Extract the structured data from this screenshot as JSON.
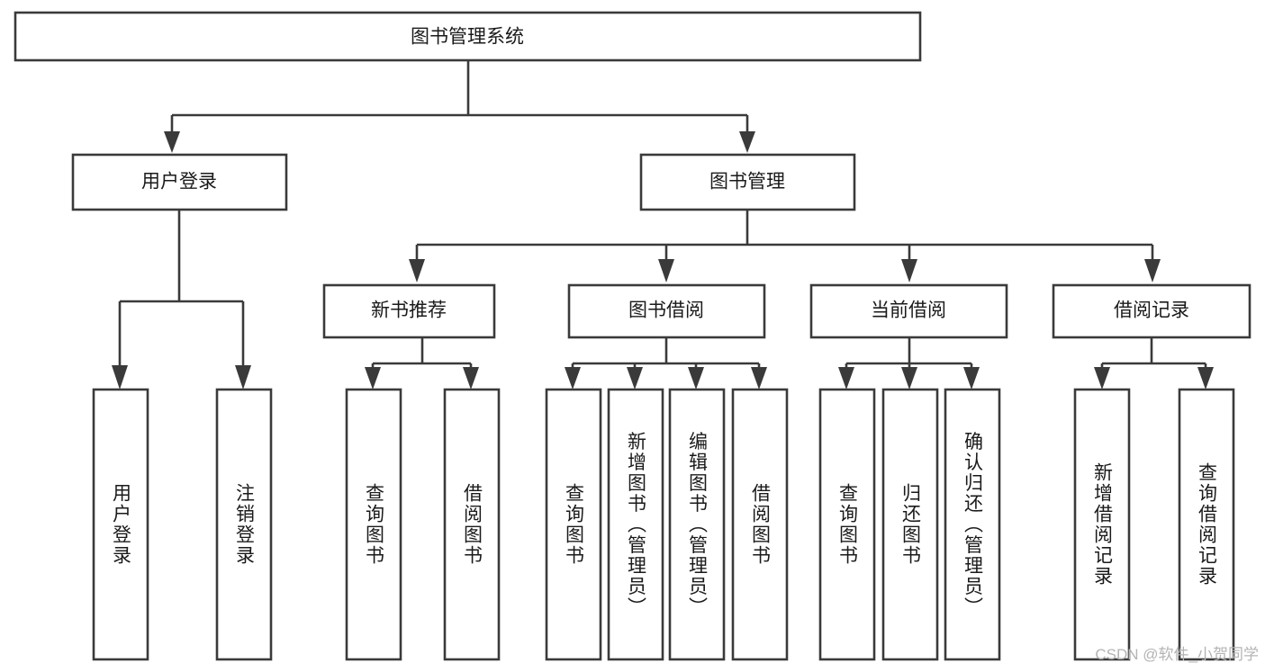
{
  "diagram": {
    "type": "tree",
    "title": "图书管理系统",
    "orientation": "top-down",
    "watermark": "CSDN @软件_小贺同学",
    "style": {
      "box_fill": "#ffffff",
      "box_stroke": "#3a3a3a",
      "text_color": "#1a1a1a",
      "watermark_color": "#b4b4b4",
      "background": "#ffffff"
    },
    "levels": {
      "root": {
        "label": "图书管理系统"
      },
      "level2": [
        {
          "label": "用户登录"
        },
        {
          "label": "图书管理"
        }
      ],
      "level3": [
        {
          "label": "新书推荐"
        },
        {
          "label": "图书借阅"
        },
        {
          "label": "当前借阅"
        },
        {
          "label": "借阅记录"
        }
      ],
      "leaves": [
        {
          "label": "用户登录",
          "parent": "用户登录"
        },
        {
          "label": "注销登录",
          "parent": "用户登录"
        },
        {
          "label": "查询图书",
          "parent": "新书推荐"
        },
        {
          "label": "借阅图书",
          "parent": "新书推荐"
        },
        {
          "label": "查询图书",
          "parent": "图书借阅"
        },
        {
          "label": "新增图书（管理员）",
          "parent": "图书借阅"
        },
        {
          "label": "编辑图书（管理员）",
          "parent": "图书借阅"
        },
        {
          "label": "借阅图书",
          "parent": "图书借阅"
        },
        {
          "label": "查询图书",
          "parent": "当前借阅"
        },
        {
          "label": "归还图书",
          "parent": "当前借阅"
        },
        {
          "label": "确认归还（管理员）",
          "parent": "当前借阅"
        },
        {
          "label": "新增借阅记录",
          "parent": "借阅记录"
        },
        {
          "label": "查询借阅记录",
          "parent": "借阅记录"
        }
      ]
    }
  }
}
